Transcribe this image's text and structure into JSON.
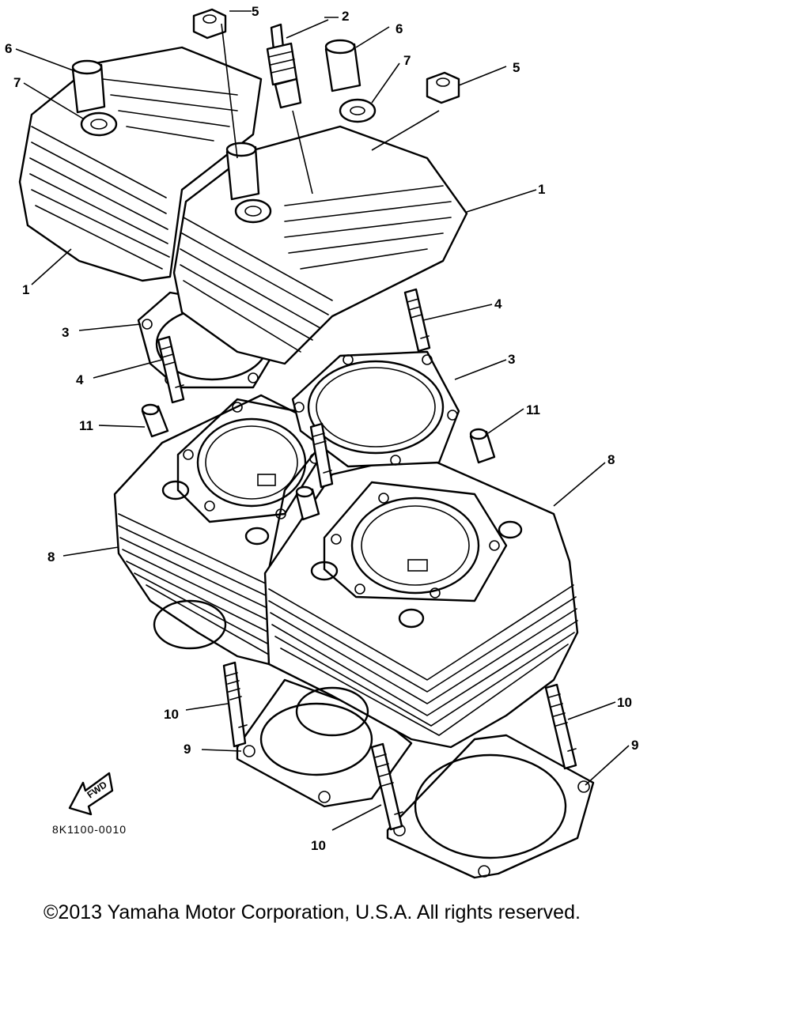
{
  "diagram": {
    "callouts": {
      "c1a": "1",
      "c1b": "1",
      "c2": "2",
      "c3a": "3",
      "c3b": "3",
      "c4a": "4",
      "c4b": "4",
      "c5a": "5",
      "c5b": "5",
      "c6a": "6",
      "c6b": "6",
      "c7a": "7",
      "c7b": "7",
      "c8a": "8",
      "c8b": "8",
      "c9a": "9",
      "c9b": "9",
      "c10a": "10",
      "c10b": "10",
      "c10c": "10",
      "c11a": "11",
      "c11b": "11"
    },
    "fwd_label": "FWD",
    "figure_code": "8K1100-0010"
  },
  "footer": {
    "copyright": "©2013 Yamaha Motor Corporation, U.S.A. All rights reserved."
  }
}
